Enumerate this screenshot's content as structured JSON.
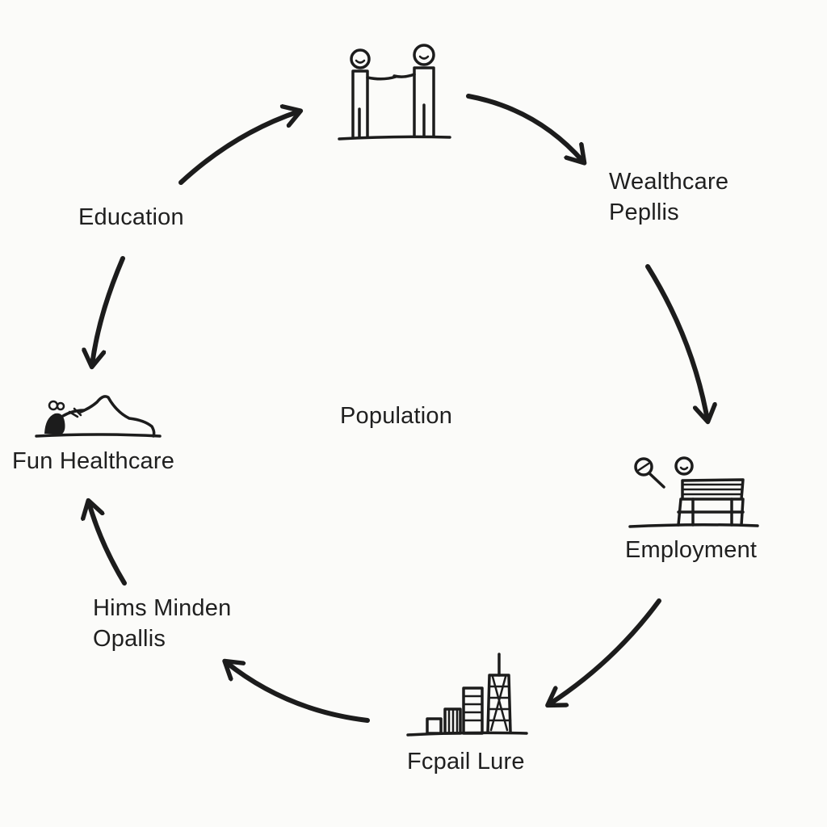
{
  "diagram": {
    "center_label": "Population",
    "nodes": [
      {
        "id": "wealthcare",
        "lines": [
          "Wealthcare",
          "Pepllis"
        ]
      },
      {
        "id": "employment",
        "lines": [
          "Employment"
        ]
      },
      {
        "id": "fcpail",
        "lines": [
          "Fcpail Lure"
        ]
      },
      {
        "id": "hims",
        "lines": [
          "Hims Minden",
          "Opallis"
        ]
      },
      {
        "id": "fun-healthcare",
        "lines": [
          "Fun Healthcare"
        ]
      },
      {
        "id": "education",
        "lines": [
          "Education"
        ]
      }
    ],
    "icons": [
      {
        "node": "top",
        "icon": "two-people-shaking-hands-icon"
      },
      {
        "node": "employment",
        "icon": "people-at-desk-icon"
      },
      {
        "node": "fcpail",
        "icon": "city-skyline-icon"
      },
      {
        "node": "fun-healthcare",
        "icon": "person-on-bed-icon"
      }
    ],
    "ink_color": "#1c1c1c",
    "background_color": "#fbfbf9"
  }
}
